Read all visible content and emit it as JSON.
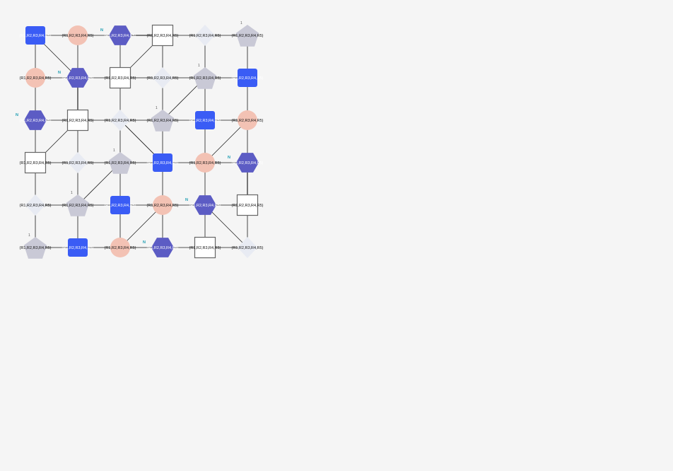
{
  "graph": {
    "cols": 6,
    "rows": 6,
    "colors": {
      "blue": "#3a5cf5",
      "salmon": "#f3c2b4",
      "indigo": "#5c5cc4",
      "white": "#ffffff",
      "lightdiamond": "#e8ebf3",
      "gray": "#c9c9d6",
      "edge": "#888888",
      "diag": "#222222",
      "nmark": "#1a9bb0"
    },
    "nodes": [
      {
        "shape": "rsquare",
        "color": "blue",
        "label": "(R1,R2,R3,R4,R5)",
        "light": true,
        "mark": ""
      },
      {
        "shape": "circle",
        "color": "salmon",
        "label": "(R1,R2,R3,R4,R5)",
        "light": false,
        "mark": ""
      },
      {
        "shape": "hexagon",
        "color": "indigo",
        "label": "(R1,R2,R3,R4,R5)",
        "light": true,
        "mark": "N"
      },
      {
        "shape": "square",
        "color": "white",
        "label": "(R1,R2,R3,R4,R5)",
        "light": false,
        "mark": ""
      },
      {
        "shape": "diamond",
        "color": "lightdiamond",
        "label": "(R1,R2,R3,R4,R5)",
        "light": false,
        "mark": ""
      },
      {
        "shape": "pentagon",
        "color": "gray",
        "label": "(R1,R2,R3,R4,R5)",
        "light": false,
        "mark": "1"
      },
      {
        "shape": "circle",
        "color": "salmon",
        "label": "(R1,R2,R3,R4,R5)",
        "light": false,
        "mark": ""
      },
      {
        "shape": "hexagon",
        "color": "indigo",
        "label": "(R1,R2,R3,R4,R5)",
        "light": true,
        "mark": "N"
      },
      {
        "shape": "square",
        "color": "white",
        "label": "(R1,R2,R3,R4,R5)",
        "light": false,
        "mark": ""
      },
      {
        "shape": "diamond",
        "color": "lightdiamond",
        "label": "(R1,R2,R3,R4,R5)",
        "light": false,
        "mark": ""
      },
      {
        "shape": "pentagon",
        "color": "gray",
        "label": "(R1,R2,R3,R4,R5)",
        "light": false,
        "mark": "1"
      },
      {
        "shape": "rsquare",
        "color": "blue",
        "label": "(R1,R2,R3,R4,R5)",
        "light": true,
        "mark": ""
      },
      {
        "shape": "hexagon",
        "color": "indigo",
        "label": "(R1,R2,R3,R4,R5)",
        "light": true,
        "mark": "N"
      },
      {
        "shape": "square",
        "color": "white",
        "label": "(R1,R2,R3,R4,R5)",
        "light": false,
        "mark": ""
      },
      {
        "shape": "diamond",
        "color": "lightdiamond",
        "label": "(R1,R2,R3,R4,R5)",
        "light": false,
        "mark": ""
      },
      {
        "shape": "pentagon",
        "color": "gray",
        "label": "(R1,R2,R3,R4,R5)",
        "light": false,
        "mark": "1"
      },
      {
        "shape": "rsquare",
        "color": "blue",
        "label": "(R1,R2,R3,R4,R5)",
        "light": true,
        "mark": ""
      },
      {
        "shape": "circle",
        "color": "salmon",
        "label": "(R1,R2,R3,R4,R5)",
        "light": false,
        "mark": ""
      },
      {
        "shape": "square",
        "color": "white",
        "label": "(R1,R2,R3,R4,R5)",
        "light": false,
        "mark": ""
      },
      {
        "shape": "diamond",
        "color": "lightdiamond",
        "label": "(R1,R2,R3,R4,R5)",
        "light": false,
        "mark": ""
      },
      {
        "shape": "pentagon",
        "color": "gray",
        "label": "(R1,R2,R3,R4,R5)",
        "light": false,
        "mark": "1"
      },
      {
        "shape": "rsquare",
        "color": "blue",
        "label": "(R1,R2,R3,R4,R5)",
        "light": true,
        "mark": ""
      },
      {
        "shape": "circle",
        "color": "salmon",
        "label": "(R1,R2,R3,R4,R5)",
        "light": false,
        "mark": ""
      },
      {
        "shape": "hexagon",
        "color": "indigo",
        "label": "(R1,R2,R3,R4,R5)",
        "light": true,
        "mark": "N"
      },
      {
        "shape": "diamond",
        "color": "lightdiamond",
        "label": "(R1,R2,R3,R4,R5)",
        "light": false,
        "mark": ""
      },
      {
        "shape": "pentagon",
        "color": "gray",
        "label": "(R1,R2,R3,R4,R5)",
        "light": false,
        "mark": "1"
      },
      {
        "shape": "rsquare",
        "color": "blue",
        "label": "(R1,R2,R3,R4,R5)",
        "light": true,
        "mark": ""
      },
      {
        "shape": "circle",
        "color": "salmon",
        "label": "(R1,R2,R3,R4,R5)",
        "light": false,
        "mark": ""
      },
      {
        "shape": "hexagon",
        "color": "indigo",
        "label": "(R1,R2,R3,R4,R5)",
        "light": true,
        "mark": "N"
      },
      {
        "shape": "square",
        "color": "white",
        "label": "(R1,R2,R3,R4,R5)",
        "light": false,
        "mark": ""
      },
      {
        "shape": "pentagon",
        "color": "gray",
        "label": "(R1,R2,R3,R4,R5)",
        "light": false,
        "mark": "1"
      },
      {
        "shape": "rsquare",
        "color": "blue",
        "label": "(R1,R2,R3,R4,R5)",
        "light": true,
        "mark": ""
      },
      {
        "shape": "circle",
        "color": "salmon",
        "label": "(R1,R2,R3,R4,R5)",
        "light": false,
        "mark": ""
      },
      {
        "shape": "hexagon",
        "color": "indigo",
        "label": "(R1,R2,R3,R4,R5)",
        "light": true,
        "mark": "N"
      },
      {
        "shape": "square",
        "color": "white",
        "label": "(R1,R2,R3,R4,R5)",
        "light": false,
        "mark": ""
      },
      {
        "shape": "diamond",
        "color": "lightdiamond",
        "label": "(R1,R2,R3,R4,R5)",
        "light": false,
        "mark": ""
      }
    ],
    "diagonals": [
      [
        0,
        7
      ],
      [
        3,
        8
      ],
      [
        3,
        2
      ],
      [
        13,
        7
      ],
      [
        13,
        18
      ],
      [
        14,
        21
      ],
      [
        15,
        10
      ],
      [
        17,
        22
      ],
      [
        20,
        25
      ],
      [
        21,
        14
      ],
      [
        23,
        29
      ],
      [
        27,
        32
      ],
      [
        28,
        35
      ]
    ]
  }
}
